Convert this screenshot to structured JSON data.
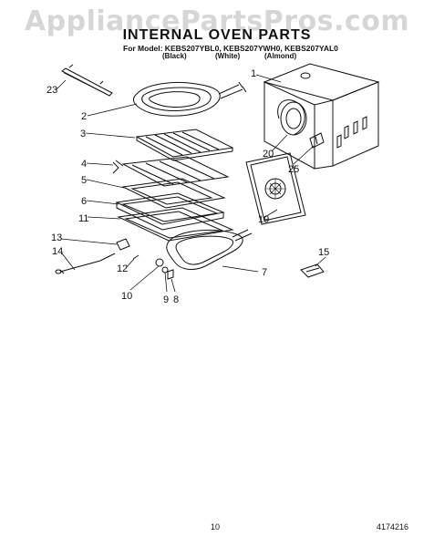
{
  "watermark": "AppliancePartsPros.com",
  "title": "INTERNAL OVEN PARTS",
  "model_line": "For Model: KEBS207YBL0, KEBS207YWH0, KEBS207YAL0",
  "colors": [
    "(Black)",
    "(White)",
    "(Almond)"
  ],
  "callouts": [
    "1",
    "2",
    "3",
    "4",
    "5",
    "6",
    "11",
    "23",
    "13",
    "14",
    "12",
    "10",
    "9",
    "8",
    "7",
    "15",
    "19",
    "20",
    "25"
  ],
  "page_number": "10",
  "document_number": "4174216"
}
